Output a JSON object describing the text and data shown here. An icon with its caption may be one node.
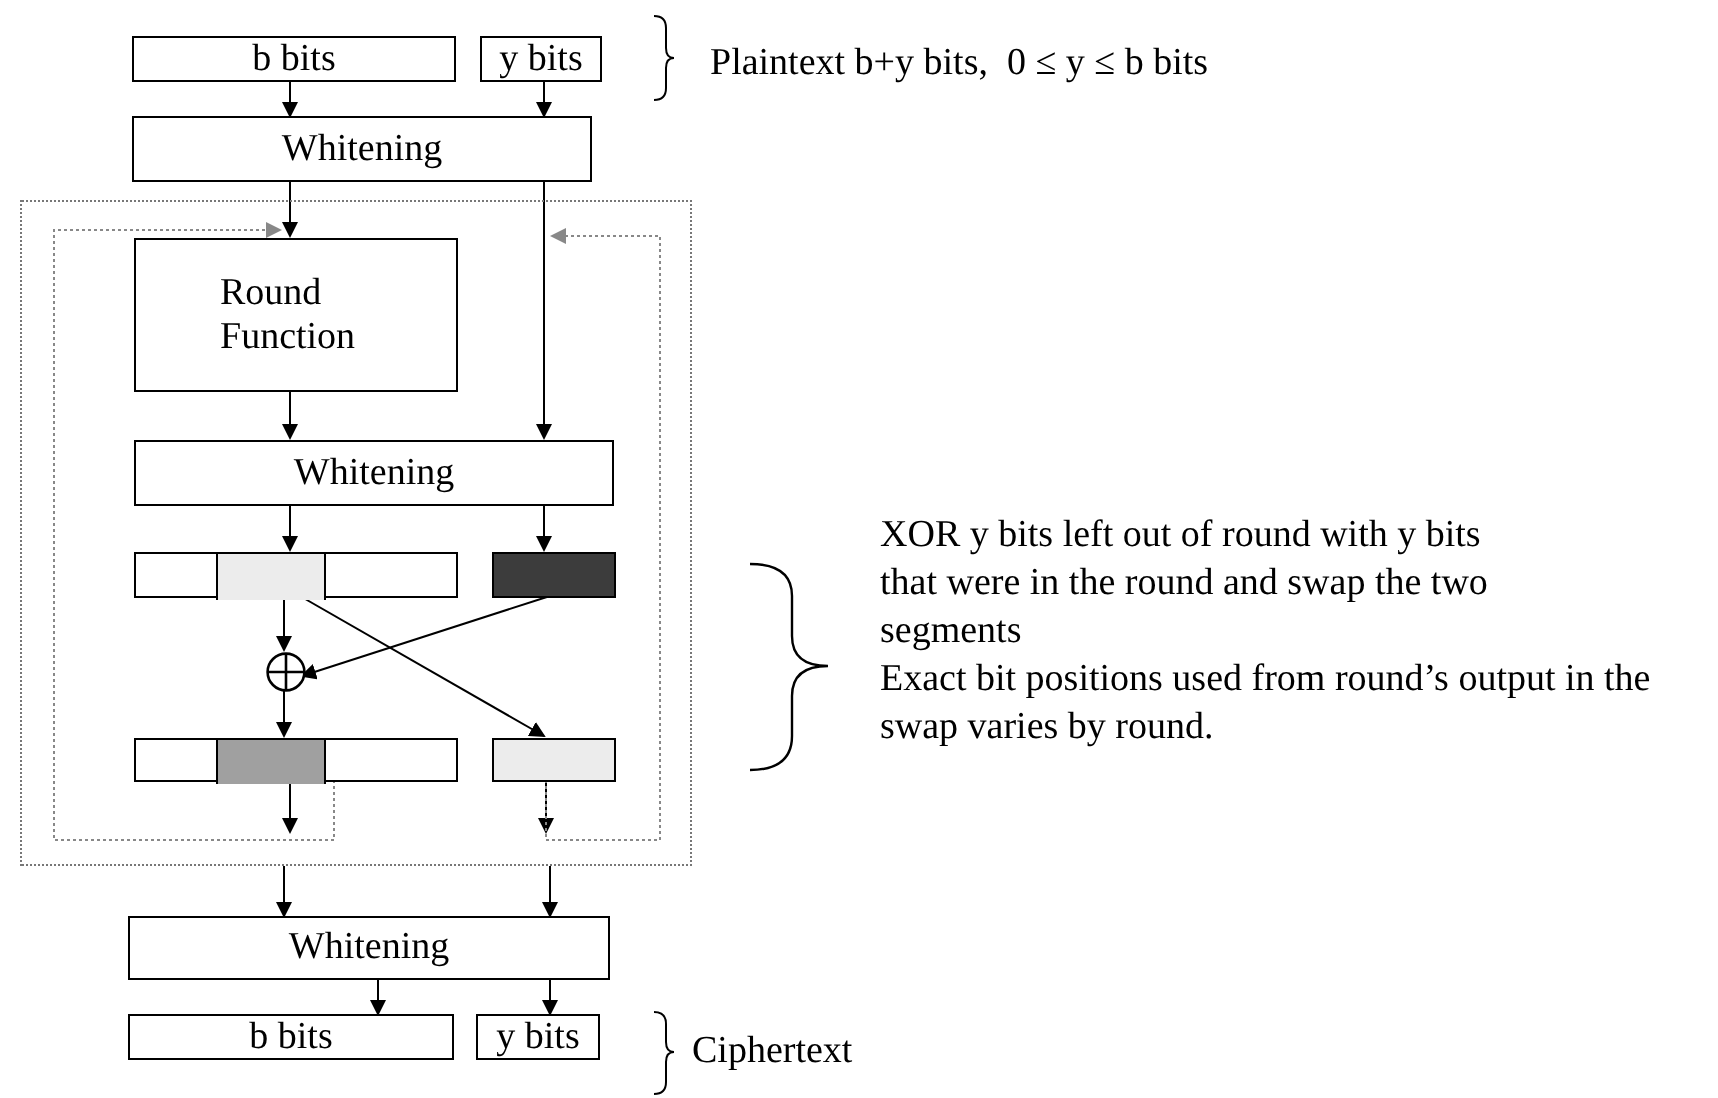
{
  "diagram": {
    "nodes": [
      {
        "text": [
          "b bits"
        ]
      },
      {
        "text": [
          "y bits"
        ]
      },
      {
        "text": [
          "Whitening"
        ]
      },
      {
        "text": [],
        "shape": "box"
      },
      {
        "text": [
          "Round Function"
        ],
        "in": 3
      },
      {
        "text": [
          "Whitening"
        ],
        "in": 3
      },
      {
        "text": [],
        "shape": "bar",
        "in": 3
      },
      {
        "text": [],
        "shape": "box",
        "in": 6
      },
      {
        "text": [],
        "shape": "bar",
        "in": 3
      },
      {
        "text": [],
        "shape": "circle",
        "in": 3
      },
      {
        "text": [],
        "shape": "bar",
        "in": 3
      },
      {
        "text": [],
        "shape": "box",
        "in": 10
      },
      {
        "text": [],
        "shape": "bar",
        "in": 3
      },
      {
        "text": [
          "Whitening"
        ]
      },
      {
        "text": [
          "b bits"
        ]
      },
      {
        "text": [
          "y bits"
        ]
      }
    ],
    "edges": [
      {
        "from": 0,
        "to": 2,
        "arrow": "to"
      },
      {
        "from": 1,
        "to": 2,
        "arrow": "to"
      },
      {
        "from": 2,
        "to": 4,
        "arrow": "to"
      },
      {
        "from": 2,
        "to": 5,
        "arrow": "to"
      },
      {
        "from": 4,
        "to": 5,
        "arrow": "to"
      },
      {
        "from": 5,
        "to": 7,
        "arrow": "to"
      },
      {
        "from": 5,
        "to": 8,
        "arrow": "to"
      },
      {
        "from": 7,
        "to": 9,
        "arrow": "to"
      },
      {
        "from": 8,
        "to": 9,
        "arrow": "to"
      },
      {
        "from": 7,
        "to": 12,
        "arrow": "to"
      },
      {
        "from": 9,
        "to": 11,
        "arrow": "to"
      },
      {
        "from": 11,
        "to": null,
        "arrow": "to"
      },
      {
        "from": 12,
        "to": null,
        "arrow": "to"
      },
      {
        "from": 3,
        "to": 13,
        "arrow": "to"
      },
      {
        "from": 3,
        "to": 13,
        "arrow": "to"
      },
      {
        "from": 13,
        "to": 14,
        "arrow": "to"
      },
      {
        "from": 13,
        "to": 15,
        "arrow": "to"
      },
      {
        "from": 10,
        "to": 4,
        "arrow": "to",
        "style": "dashed",
        "color": "#888888"
      },
      {
        "from": 12,
        "to": null,
        "arrow": "to",
        "style": "dashed",
        "color": "#888888"
      }
    ],
    "labels": [
      "Plaintext b+y bits,  0 ≤ y ≤ b bits",
      "XOR y bits left out of round with y bits that were in the round and swap the two segments",
      "Exact bit positions used from round’s output in the swap varies by round.",
      "Ciphertext"
    ]
  }
}
